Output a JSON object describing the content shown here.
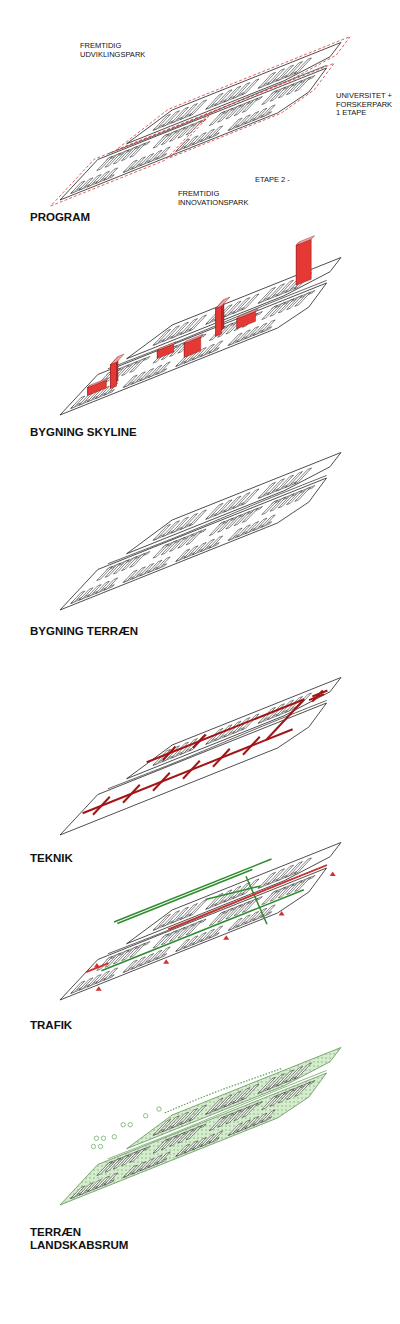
{
  "diagram": {
    "labels": [
      "FREMTIDIG UDVIKLINGSPARK",
      "UNIVERSITET + FORSKERPARK 1 ETAPE",
      "ETAPE 2 -",
      "FREMTIDIG INNOVATIONSPARK",
      "PROGRAM",
      "BYGNING SKYLINE",
      "BYGNING TERRÆN",
      "TEKNIK",
      "TRAFIK",
      "TERRÆN LANDSKABSRUM"
    ]
  }
}
